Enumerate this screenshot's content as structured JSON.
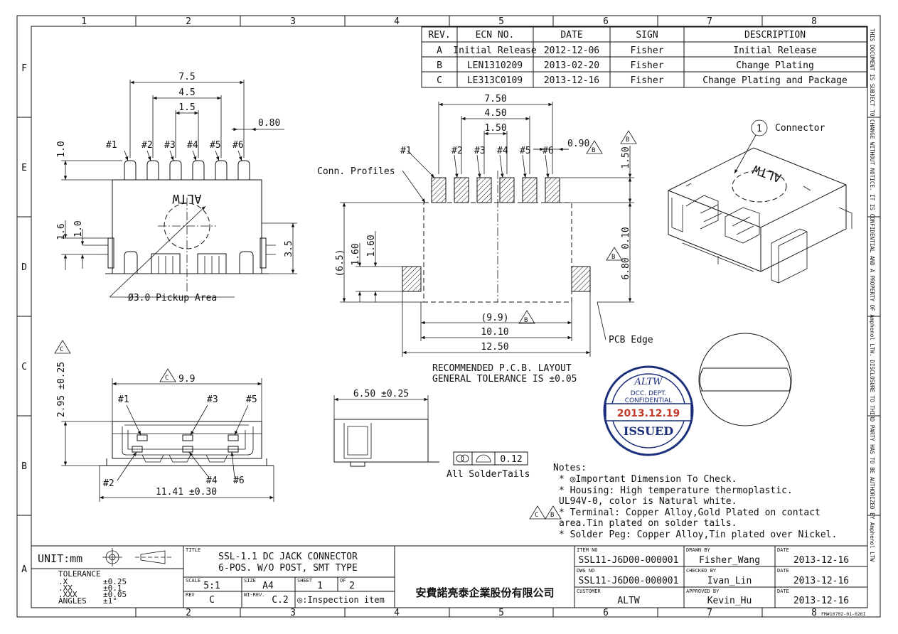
{
  "border": {
    "columns": [
      "1",
      "2",
      "3",
      "4",
      "5",
      "6",
      "7",
      "8"
    ],
    "rows": [
      "F",
      "E",
      "D",
      "C",
      "B",
      "A"
    ]
  },
  "side_text": "THIS DOCUMENT IS SUBJECT TO CHANGE WITHOUT NOTICE. IT IS CONFIDENTIAL AND A PROPERTY OF Amphenol LTW. DISCLOSURE TO THIRD PARTY HAS TO BE AUTHORIZED BY Amphenol LTW",
  "revision_table": {
    "headers": [
      "REV.",
      "ECN NO.",
      "DATE",
      "SIGN",
      "DESCRIPTION"
    ],
    "rows": [
      [
        "A",
        "Initial Release",
        "2012-12-06",
        "Fisher",
        "Initial Release"
      ],
      [
        "B",
        "LEN1310209",
        "2013-02-20",
        "Fisher",
        "Change Plating"
      ],
      [
        "C",
        "LE313C0109",
        "2013-12-16",
        "Fisher",
        "Change Plating and Package"
      ]
    ]
  },
  "top_view": {
    "dims": {
      "d75": "7.5",
      "d45": "4.5",
      "d15": "1.5",
      "d080": "0.80",
      "d10": "1.0",
      "d16": "1.6",
      "d10b": "1.0",
      "d35": "3.5"
    },
    "pins": [
      "#1",
      "#2",
      "#3",
      "#4",
      "#5",
      "#6"
    ],
    "marking": "ALTW",
    "pickup": "Ø3.0 Pickup Area"
  },
  "pcb_layout": {
    "dims": {
      "d750": "7.50",
      "d450": "4.50",
      "d150": "1.50",
      "d090": "0.90",
      "d150v": "1.50",
      "d010": "0.10",
      "d680": "6.80",
      "d65": "(6.5)",
      "d160a": "1.60",
      "d160b": "1.60",
      "d99": "(9.9)",
      "d1010": "10.10",
      "d1250": "12.50"
    },
    "pins": [
      "#1",
      "#2",
      "#3",
      "#4",
      "#5",
      "#6"
    ],
    "conn_profiles": "Conn. Profiles",
    "pcb_edge": "PCB Edge",
    "caption1": "RECOMMENDED P.C.B. LAYOUT",
    "caption2": "GENERAL TOLERANCE IS ±0.05",
    "rev_b": "B"
  },
  "iso_view": {
    "balloon": "1",
    "label": "Connector",
    "marking": "ALTW"
  },
  "front_view": {
    "dims": {
      "d99": "9.9",
      "d295": "2.95 ±0.25",
      "d1141": "11.41 ±0.30"
    },
    "pins_top": [
      "#1",
      "#3",
      "#5"
    ],
    "pins_bottom": [
      "#2",
      "#4",
      "#6"
    ],
    "rev_c": "C"
  },
  "side_view": {
    "dim": "6.50 ±0.25"
  },
  "coplanarity": {
    "value": "0.12",
    "label": "All SolderTails"
  },
  "stamp": {
    "top": "ALTW",
    "dept1": "DCC. DEPT.",
    "dept2": "CONFIDENTIAL",
    "date": "2013.12.19",
    "status": "ISSUED"
  },
  "notes": {
    "title": "Notes:",
    "lines": [
      "* ◎Important Dimension To Check.",
      "* Housing: High temperature thermoplastic.",
      "  UL94V-0, color is Natural white.",
      "* Terminal: Copper Alloy,Gold Plated on contact",
      "  area.Tin plated on solder tails.",
      "* Solder Peg: Copper Alloy,Tin plated over Nickel."
    ]
  },
  "title_block": {
    "unit": "UNIT:mm",
    "tolerance_title": "TOLERANCE",
    "tolerances": [
      [
        ".X",
        "±0.25"
      ],
      [
        ".XX",
        "±0.1"
      ],
      [
        ".XXX",
        "±0.05"
      ],
      [
        "ANGLES",
        "±1°"
      ]
    ],
    "title_label": "TITLE",
    "title1": "SSL-1.1 DC JACK CONNECTOR",
    "title2": "6-POS. W/O POST, SMT TYPE",
    "scale_label": "SCALE",
    "scale": "5:1",
    "size_label": "SIZE",
    "size": "A4",
    "sheet_label": "SHEET",
    "sheet": "1",
    "of_label": "OF",
    "of": "2",
    "rev_label": "REV",
    "rev": "C",
    "wi_label": "WI-REV.",
    "wi": "C.2",
    "inspection": "◎:Inspection item",
    "company": "安費諾亮泰企業股份有限公司",
    "item_no_label": "ITEM NO",
    "item_no": "SSL11-J6D00-000001",
    "dwg_no_label": "DWG NO",
    "dwg_no": "SSL11-J6D00-000001",
    "customer_label": "CUSTOMER",
    "customer": "ALTW",
    "drawn_label": "DRAWN BY",
    "drawn": "Fisher_Wang",
    "checked_label": "CHECKED BY",
    "checked": "Ivan_Lin",
    "approved_label": "APPROVED BY",
    "approved": "Kevin_Hu",
    "date_label": "DATE",
    "dates": [
      "2013-12-16",
      "2013-12-16",
      "2013-12-16"
    ],
    "form_no": "FM#10702-01-026I"
  }
}
